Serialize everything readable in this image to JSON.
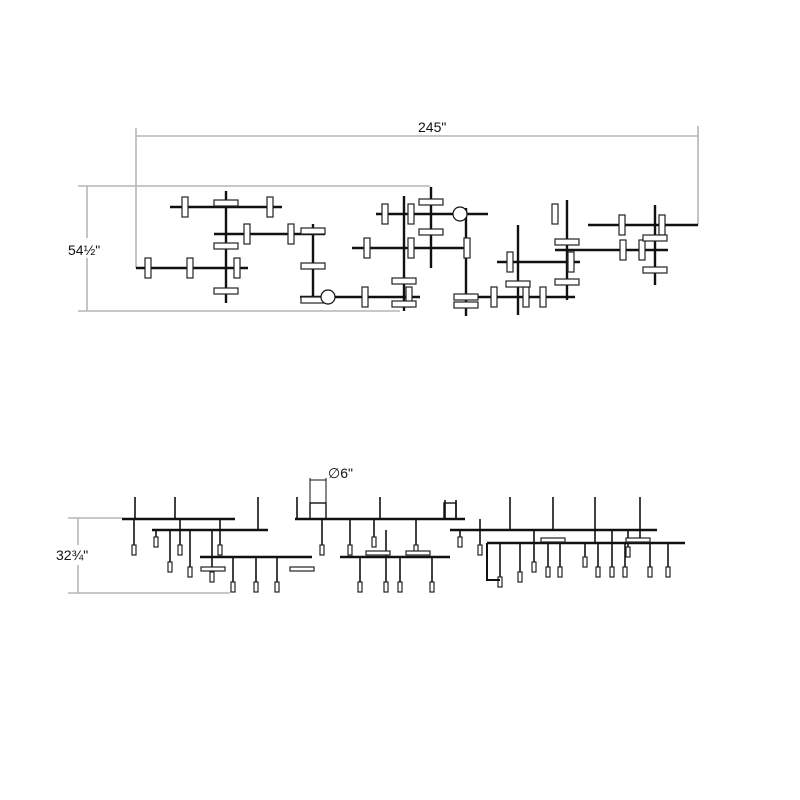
{
  "plan_view": {
    "width_label": "245\"",
    "depth_label": "54½\""
  },
  "elevation_view": {
    "height_label": "32¾\"",
    "canopy_label": "∅6\""
  }
}
